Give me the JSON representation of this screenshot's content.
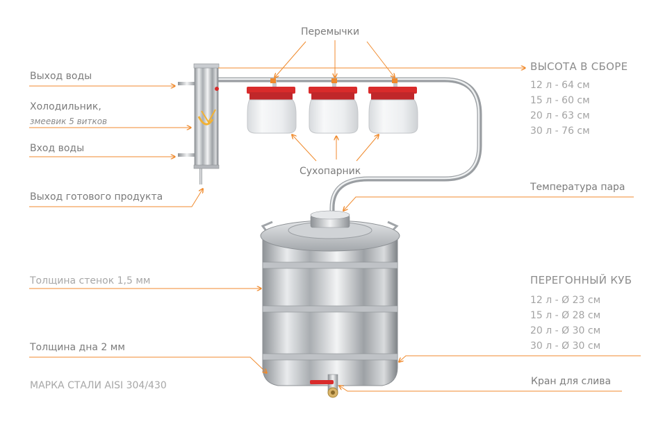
{
  "colors": {
    "accent": "#f08a2c",
    "text": "#7b7b7b",
    "light_text": "#a7a7a7",
    "steel": "#b9bcc0",
    "gasket": "#d92b2b",
    "glass": "#eef0f2"
  },
  "labels": {
    "jumpers": "Перемычки",
    "water_out": "Выход воды",
    "cooler": "Холодильник,",
    "coil": "змеевик 5 витков",
    "water_in": "Вход воды",
    "product_out": "Выход готового продукта",
    "dry_steamer": "Сухопарник",
    "steam_temp": "Температура пара",
    "wall_thickness": "Толщина стенок 1,5 мм",
    "bottom_thickness": "Толщина дна 2 мм",
    "steel_grade": "МАРКА СТАЛИ AISI 304/430",
    "drain_valve": "Кран для слива"
  },
  "height_spec": {
    "title": "ВЫСОТА В СБОРЕ",
    "items": [
      "12 л - 64 см",
      "15 л - 60 см",
      "20 л - 63 см",
      "30 л - 76 см"
    ]
  },
  "cube_spec": {
    "title": "ПЕРЕГОННЫЙ КУБ",
    "items": [
      "12 л - Ø 23 см",
      "15 л - Ø 28 см",
      "20 л - Ø 30 см",
      "30 л - Ø 30 см"
    ]
  }
}
